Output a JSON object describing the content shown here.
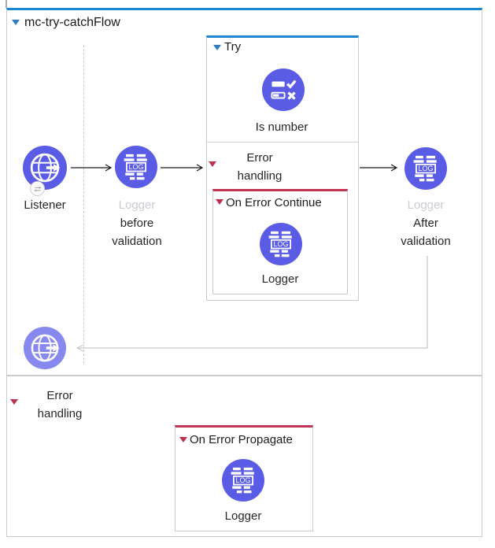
{
  "flow": {
    "title": "mc-try-catchFlow",
    "listener": {
      "label": "Listener"
    },
    "logger_before": {
      "name": "Logger",
      "doc_line1": "before",
      "doc_line2": "validation"
    },
    "try_scope": {
      "title": "Try",
      "is_number": {
        "label": "Is number"
      },
      "error_handling": {
        "label_line1": "Error",
        "label_line2": "handling"
      },
      "on_error_continue": {
        "title": "On Error Continue",
        "logger_label": "Logger"
      }
    },
    "logger_after": {
      "name": "Logger",
      "doc_line1": "After",
      "doc_line2": "validation"
    }
  },
  "error_handling_section": {
    "label_line1": "Error",
    "label_line2": "handling",
    "on_error_propagate": {
      "title": "On Error Propagate",
      "logger_label": "Logger"
    }
  },
  "colors": {
    "accent_blue": "#1c86d1",
    "accent_red": "#c13556",
    "icon_purple": "#5a5ce6",
    "icon_purple_light": "#8789ee",
    "muted_label": "#c9ccd1",
    "connector_gray": "#c9c9c9"
  }
}
